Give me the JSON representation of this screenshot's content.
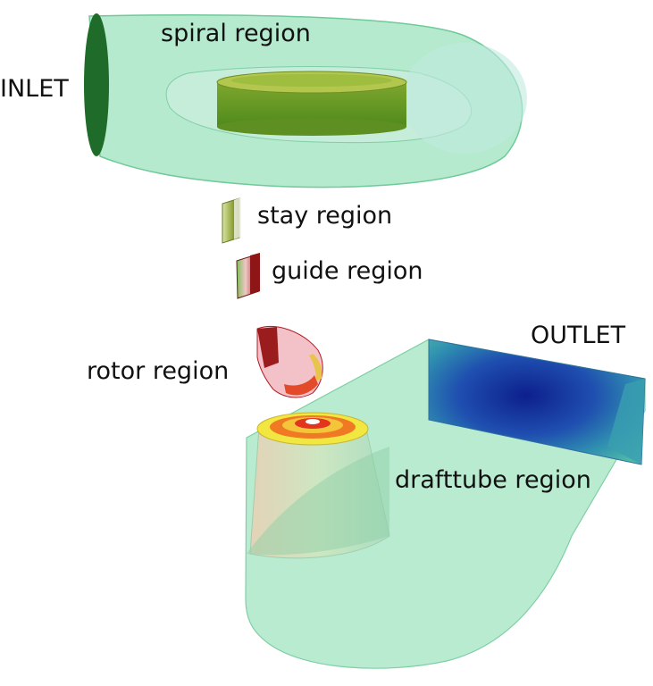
{
  "labels": {
    "inlet": "INLET",
    "spiral": "spiral region",
    "stay": "stay region",
    "guide": "guide region",
    "rotor": "rotor region",
    "outlet": "OUTLET",
    "drafttube": "drafttube region"
  },
  "colors": {
    "shell_fill": "#a9e6c6",
    "shell_edge": "#6fc99a",
    "inlet_face": "#1f6b2a",
    "stay_body": "#9aa336",
    "guide_red": "#9b1c1c",
    "rotor_red": "#c0202a",
    "rotor_pink": "#f3c2c8",
    "outlet_blue": "#1a3a9e",
    "outlet_teal": "#3aa6a8"
  }
}
